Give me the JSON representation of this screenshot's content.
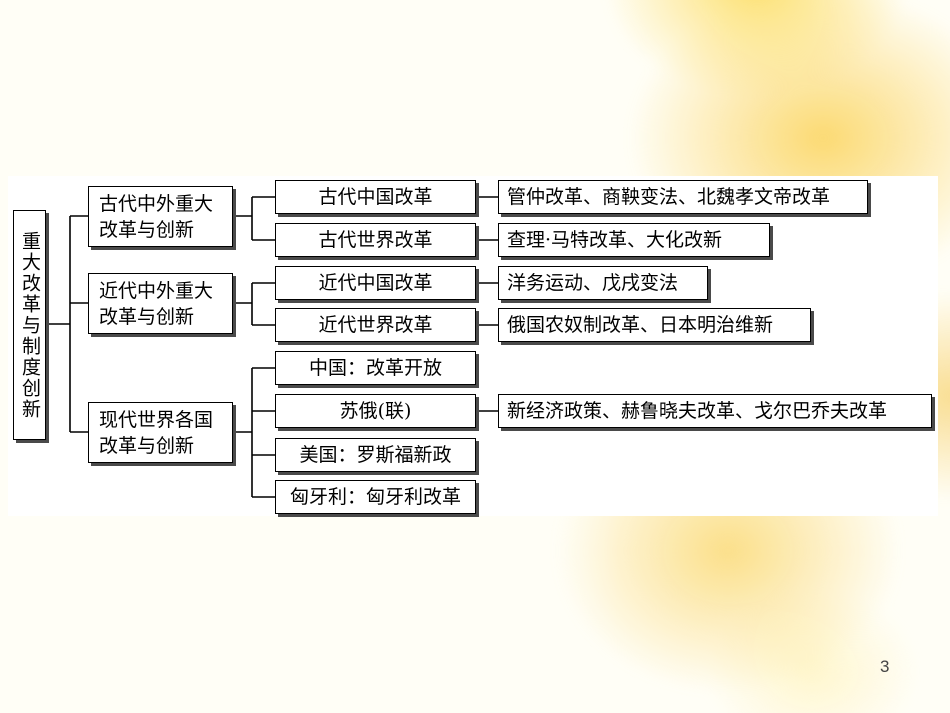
{
  "root": {
    "label": "重大改革与制度创新"
  },
  "branches": [
    {
      "label": "古代中外重大改革与创新",
      "children": [
        {
          "label": "古代中国改革",
          "detail": "管仲改革、商鞅变法、北魏孝文帝改革"
        },
        {
          "label": "古代世界改革",
          "detail": "查理·马特改革、大化改新"
        }
      ]
    },
    {
      "label": "近代中外重大改革与创新",
      "children": [
        {
          "label": "近代中国改革",
          "detail": "洋务运动、戊戌变法"
        },
        {
          "label": "近代世界改革",
          "detail": "俄国农奴制改革、日本明治维新"
        }
      ]
    },
    {
      "label": "现代世界各国改革与创新",
      "children": [
        {
          "label": "中国：改革开放"
        },
        {
          "label": "苏俄(联)",
          "detail": "新经济政策、赫鲁晓夫改革、戈尔巴乔夫改革"
        },
        {
          "label": "美国：罗斯福新政"
        },
        {
          "label": "匈牙利：匈牙利改革"
        }
      ]
    }
  ],
  "page_number": "3"
}
